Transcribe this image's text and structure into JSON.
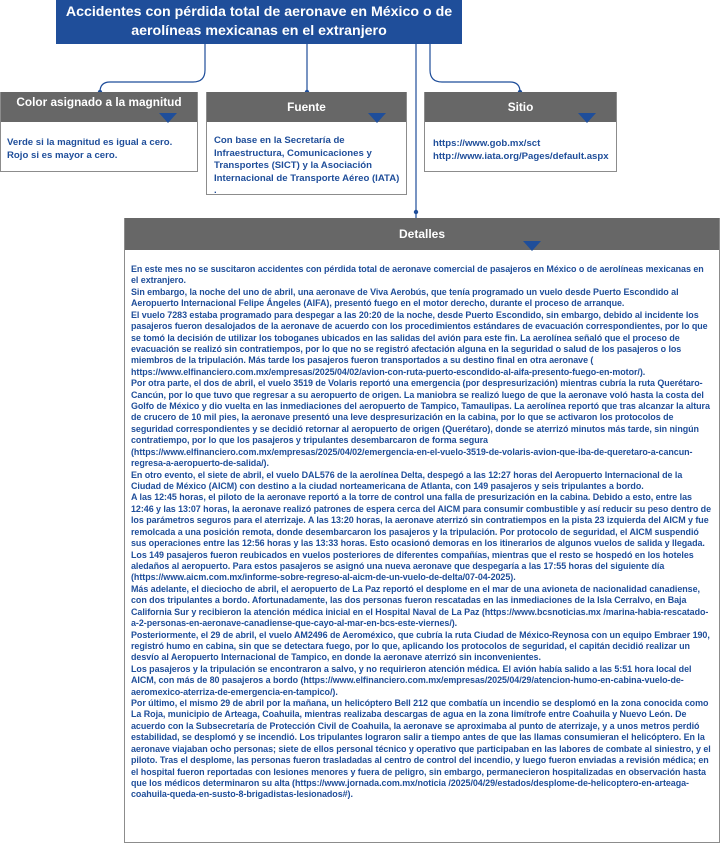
{
  "title": "Accidentes con pérdida total de aeronave en México o de aerolíneas mexicanas en el extranjero",
  "colors": {
    "title_bg": "#1f4e9a",
    "header_bg": "#676767",
    "text": "#1f4e9a",
    "border": "#8c8c8c"
  },
  "cards": {
    "color": {
      "title": "Color asignado a la magnitud",
      "lines": [
        "Verde si la magnitud es igual a cero.",
        "Rojo si es mayor a cero."
      ]
    },
    "fuente": {
      "title": "Fuente",
      "text": "Con base en la Secretaría de Infraestructura, Comunicaciones y Transportes (SICT) y la Asociación Internacional de Transporte Aéreo (IATA) ."
    },
    "sitio": {
      "title": "Sitio",
      "lines": [
        "https://www.gob.mx/sct",
        "http://www.iata.org/Pages/default.aspx"
      ]
    },
    "detalles": {
      "title": "Detalles",
      "paragraphs": [
        "En este mes no se suscitaron accidentes con pérdida total de aeronave comercial de pasajeros en México o de aerolíneas mexicanas en el extranjero.",
        "Sin embargo, la noche del uno de abril, una aeronave de Viva Aerobús, que tenía programado un vuelo desde Puerto Escondido al Aeropuerto Internacional Felipe Ángeles (AIFA), presentó fuego en el motor derecho, durante el proceso de arranque.",
        "El vuelo 7283 estaba programado para despegar a las 20:20 de la noche, desde Puerto Escondido, sin embargo, debido al incidente los pasajeros fueron desalojados de la aeronave de acuerdo con los procedimientos estándares de evacuación correspondientes, por lo que se tomó la decisión de utilizar los toboganes ubicados en las salidas del avión para este fin. La aerolínea señaló que el proceso de evacuación se realizó sin contratiempos, por lo que no se registró afectación alguna en la seguridad o salud de los pasajeros o los miembros de la tripulación. Más tarde los pasajeros fueron transportados a su destino final en otra aeronave ( https://www.elfinanciero.com.mx/empresas/2025/04/02/avion-con-ruta-puerto-escondido-al-aifa-presento-fuego-en-motor/).",
        "Por otra parte, el dos de abril, el vuelo 3519 de Volaris reportó una emergencia (por despresurización) mientras cubría la ruta Querétaro-Cancún, por lo que tuvo que regresar a su aeropuerto de origen. La maniobra se realizó luego de que la aeronave voló hasta la costa del Golfo de México y dio vuelta en las inmediaciones del aeropuerto de Tampico, Tamaulipas. La aerolínea reportó que tras alcanzar la altura de crucero de 10 mil pies, la aeronave presentó una leve despresurización en la cabina, por lo que se activaron los protocolos de seguridad correspondientes y se decidió retornar al aeropuerto de origen (Querétaro), donde se aterrizó minutos más tarde, sin ningún contratiempo, por lo que los pasajeros y tripulantes desembarcaron de forma segura (https://www.elfinanciero.com.mx/empresas/2025/04/02/emergencia-en-el-vuelo-3519-de-volaris-avion-que-iba-de-queretaro-a-cancun-regresa-a-aeropuerto-de-salida/).",
        "En otro evento, el siete de abril, el vuelo DAL576 de la aerolínea Delta, despegó a las 12:27 horas del Aeropuerto Internacional de la Ciudad de México (AICM) con destino a la ciudad norteamericana de Atlanta, con 149 pasajeros y seis tripulantes a bordo.",
        "A las 12:45 horas, el piloto de la aeronave reportó a la torre de control una falla de presurización en la cabina. Debido a esto, entre las 12:46 y las 13:07 horas, la aeronave realizó patrones de espera cerca del AICM para consumir combustible y así reducir su peso dentro de los parámetros seguros para el aterrizaje. A las 13:20 horas, la aeronave aterrizó sin contratiempos en la pista 23 izquierda del AICM y fue remolcada a una posición remota, donde desembarcaron los pasajeros y la tripulación. Por protocolo de seguridad, el AICM suspendió sus operaciones entre las 12:56 horas y las 13:33 horas. Esto ocasionó demoras en los itinerarios de algunos vuelos de salida y llegada. Los 149 pasajeros fueron reubicados en vuelos posteriores de diferentes compañías, mientras que el resto se hospedó en los hoteles aledaños al aeropuerto. Para estos pasajeros se asignó una nueva aeronave que despegaría a las 17:55 horas del siguiente día (https://www.aicm.com.mx/informe-sobre-regreso-al-aicm-de-un-vuelo-de-delta/07-04-2025).",
        "Más adelante, el dieciocho de abril, el aeropuerto de La Paz reportó el desplome en el mar de una avioneta de nacionalidad canadiense, con dos tripulantes a bordo. Afortunadamente, las dos personas fueron rescatadas en las inmediaciones de la Isla Cerralvo, en Baja California Sur y recibieron la atención médica inicial en el Hospital Naval de La Paz (https://www.bcsnoticias.mx /marina-habia-rescatado-a-2-personas-en-aeronave-canadiense-que-cayo-al-mar-en-bcs-este-viernes/).",
        "Posteriormente, el 29 de abril, el vuelo AM2496 de Aeroméxico, que cubría la ruta Ciudad de México-Reynosa con un equipo Embraer 190, registró humo en cabina, sin que se detectara fuego, por lo que, aplicando los protocolos de seguridad, el capitán decidió realizar un desvío al Aeropuerto Internacional de Tampico, en donde la aeronave aterrizó sin inconvenientes.",
        "Los pasajeros y la tripulación se encontraron a salvo, y no requirieron atención médica. El avión había salido a las 5:51 hora local del AICM, con más de 80 pasajeros a bordo (https://www.elfinanciero.com.mx/empresas/2025/04/29/atencion-humo-en-cabina-vuelo-de-aeromexico-aterriza-de-emergencia-en-tampico/).",
        "Por último, el mismo 29 de abril por la mañana, un helicóptero Bell 212 que combatía un incendio se desplomó en la zona conocida como La Roja, municipio de Arteaga, Coahuila, mientras realizaba descargas de agua en la zona limítrofe entre Coahuila y Nuevo León. De acuerdo con la Subsecretaría de Protección Civil de Coahuila, la aeronave se aproximaba al punto de aterrizaje, y a unos metros perdió estabilidad, se desplomó y se incendió. Los tripulantes lograron salir a tiempo antes de que las llamas consumieran el helicóptero. En la aeronave viajaban ocho personas; siete de ellos personal técnico y operativo que participaban en las labores de combate al siniestro, y el piloto. Tras el desplome, las personas fueron trasladadas al centro de control del incendio, y luego fueron enviadas a revisión médica; en el hospital fueron reportadas con lesiones menores y fuera de peligro, sin embargo, permanecieron hospitalizadas en observación hasta que los médicos determinaron su alta (https://www.jornada.com.mx/noticia /2025/04/29/estados/desplome-de-helicoptero-en-arteaga-coahuila-queda-en-susto-8-brigadistas-lesionados#)."
      ]
    }
  }
}
